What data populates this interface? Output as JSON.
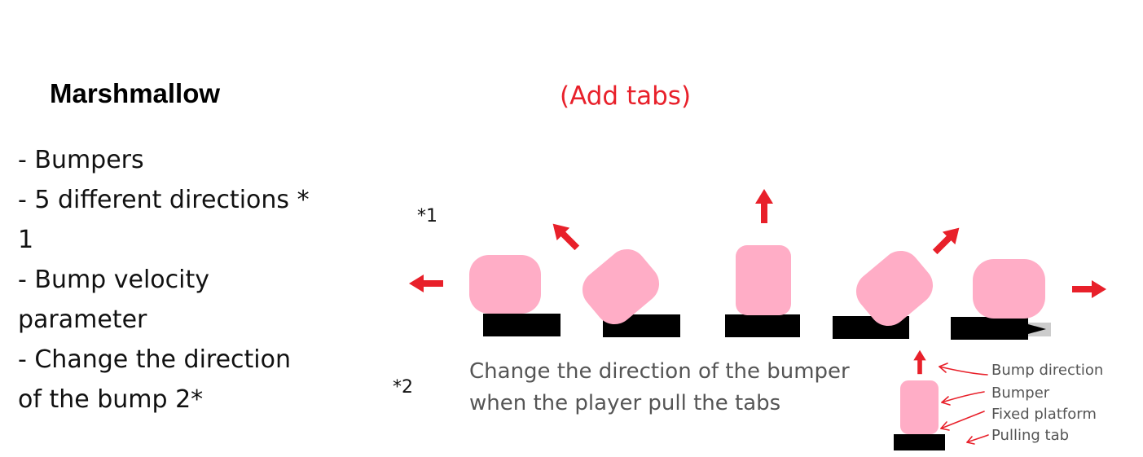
{
  "title": "Marshmallow",
  "bullets": [
    "- Bumpers",
    "- 5 different directions *\n1",
    "- Bump velocity\nparameter",
    "- Change the direction\nof the bump 2*"
  ],
  "add_tabs": "(Add tabs)",
  "note_1": "*1",
  "note_2": "*2",
  "description": "Change the direction of the bumper when the player pull the tabs",
  "legend": {
    "bump_direction": "Bump direction",
    "bumper": "Bumper",
    "fixed_platform": "Fixed platform",
    "pulling_tab": "Pulling tab"
  },
  "colors": {
    "bumper": "#ffadc6",
    "arrow": "#e8202a",
    "platform": "#000000",
    "tab": "#cccccc"
  }
}
